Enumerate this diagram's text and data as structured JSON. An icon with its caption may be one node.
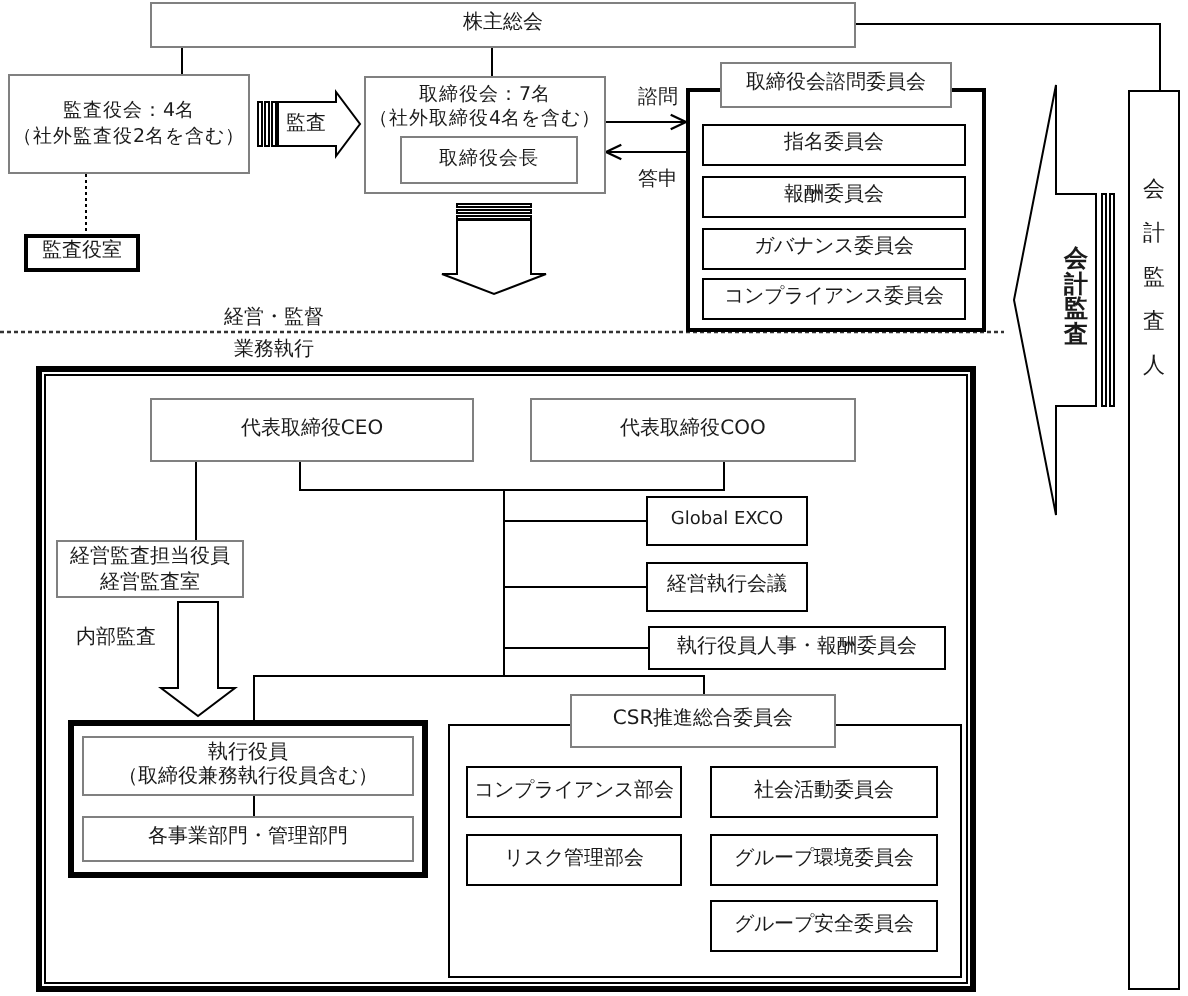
{
  "diagram": {
    "nodes": [
      {
        "text": [
          "株主総会"
        ]
      },
      {
        "text": [
          "監査役会：4名",
          "（社外監査役2名を含む）"
        ]
      },
      {
        "text": [
          "監査役室"
        ]
      },
      {
        "text": [
          "取締役会：7名",
          "（社外取締役4名を含む）"
        ]
      },
      {
        "text": [
          "取締役会長"
        ],
        "in": 3
      },
      {
        "text": [
          "取締役会諮問委員会"
        ]
      },
      {
        "text": [
          "指名委員会"
        ],
        "in": 5
      },
      {
        "text": [
          "報酬委員会"
        ],
        "in": 5
      },
      {
        "text": [
          "ガバナンス委員会"
        ],
        "in": 5
      },
      {
        "text": [
          "コンプライアンス委員会"
        ],
        "in": 5
      },
      {
        "text": [
          "会計監査人"
        ]
      },
      {
        "text": [],
        "shape": "box"
      },
      {
        "text": [
          "代表取締役CEO"
        ],
        "in": 11
      },
      {
        "text": [
          "代表取締役COO"
        ],
        "in": 11
      },
      {
        "text": [
          "経営監査担当役員",
          "経営監査室"
        ],
        "in": 11
      },
      {
        "text": [
          "Global EXCO"
        ],
        "in": 11
      },
      {
        "text": [
          "経営執行会議"
        ],
        "in": 11
      },
      {
        "text": [
          "執行役員人事・報酬委員会"
        ],
        "in": 11
      },
      {
        "text": [],
        "shape": "box",
        "in": 11
      },
      {
        "text": [
          "執行役員",
          "（取締役兼務執行役員含む）"
        ],
        "in": 18
      },
      {
        "text": [
          "各事業部門・管理部門"
        ],
        "in": 18
      },
      {
        "text": [
          "CSR推進総合委員会"
        ],
        "in": 11
      },
      {
        "text": [
          "コンプライアンス部会"
        ],
        "in": 21
      },
      {
        "text": [
          "社会活動委員会"
        ],
        "in": 21
      },
      {
        "text": [
          "リスク管理部会"
        ],
        "in": 21
      },
      {
        "text": [
          "グループ環境委員会"
        ],
        "in": 21
      },
      {
        "text": [
          "グループ安全委員会"
        ],
        "in": 21
      }
    ],
    "edges": [
      {
        "from": 0,
        "to": 1,
        "arrow": "none"
      },
      {
        "from": 0,
        "to": 3,
        "arrow": "none"
      },
      {
        "from": 0,
        "to": 10,
        "arrow": "none"
      },
      {
        "from": 1,
        "to": 2,
        "arrow": "none",
        "style": "dashed"
      },
      {
        "from": 1,
        "to": 3,
        "arrow": "to",
        "label": "監査",
        "style": "thick"
      },
      {
        "from": 3,
        "to": 5,
        "arrow": "to",
        "label": "諮問"
      },
      {
        "from": 5,
        "to": 3,
        "arrow": "to",
        "label": "答申"
      },
      {
        "from": 3,
        "to": null,
        "arrow": "to",
        "style": "thick"
      },
      {
        "from": 10,
        "to": null,
        "arrow": "to",
        "label": "会計監査",
        "style": "thick"
      },
      {
        "from": 12,
        "to": 14,
        "arrow": "none"
      },
      {
        "from": 12,
        "to": 15,
        "arrow": "none"
      },
      {
        "from": 12,
        "to": 16,
        "arrow": "none"
      },
      {
        "from": 12,
        "to": 17,
        "arrow": "none"
      },
      {
        "from": 12,
        "to": 18,
        "arrow": "none"
      },
      {
        "from": 12,
        "to": 21,
        "arrow": "none"
      },
      {
        "from": 13,
        "to": 15,
        "arrow": "none"
      },
      {
        "from": 13,
        "to": 16,
        "arrow": "none"
      },
      {
        "from": 13,
        "to": 17,
        "arrow": "none"
      },
      {
        "from": 13,
        "to": 18,
        "arrow": "none"
      },
      {
        "from": 13,
        "to": 21,
        "arrow": "none"
      },
      {
        "from": 14,
        "to": 18,
        "arrow": "to",
        "label": "内部監査",
        "style": "thick"
      },
      {
        "from": 19,
        "to": 20,
        "arrow": "none"
      }
    ],
    "labels": [
      "経営・監督",
      "業務執行"
    ]
  }
}
